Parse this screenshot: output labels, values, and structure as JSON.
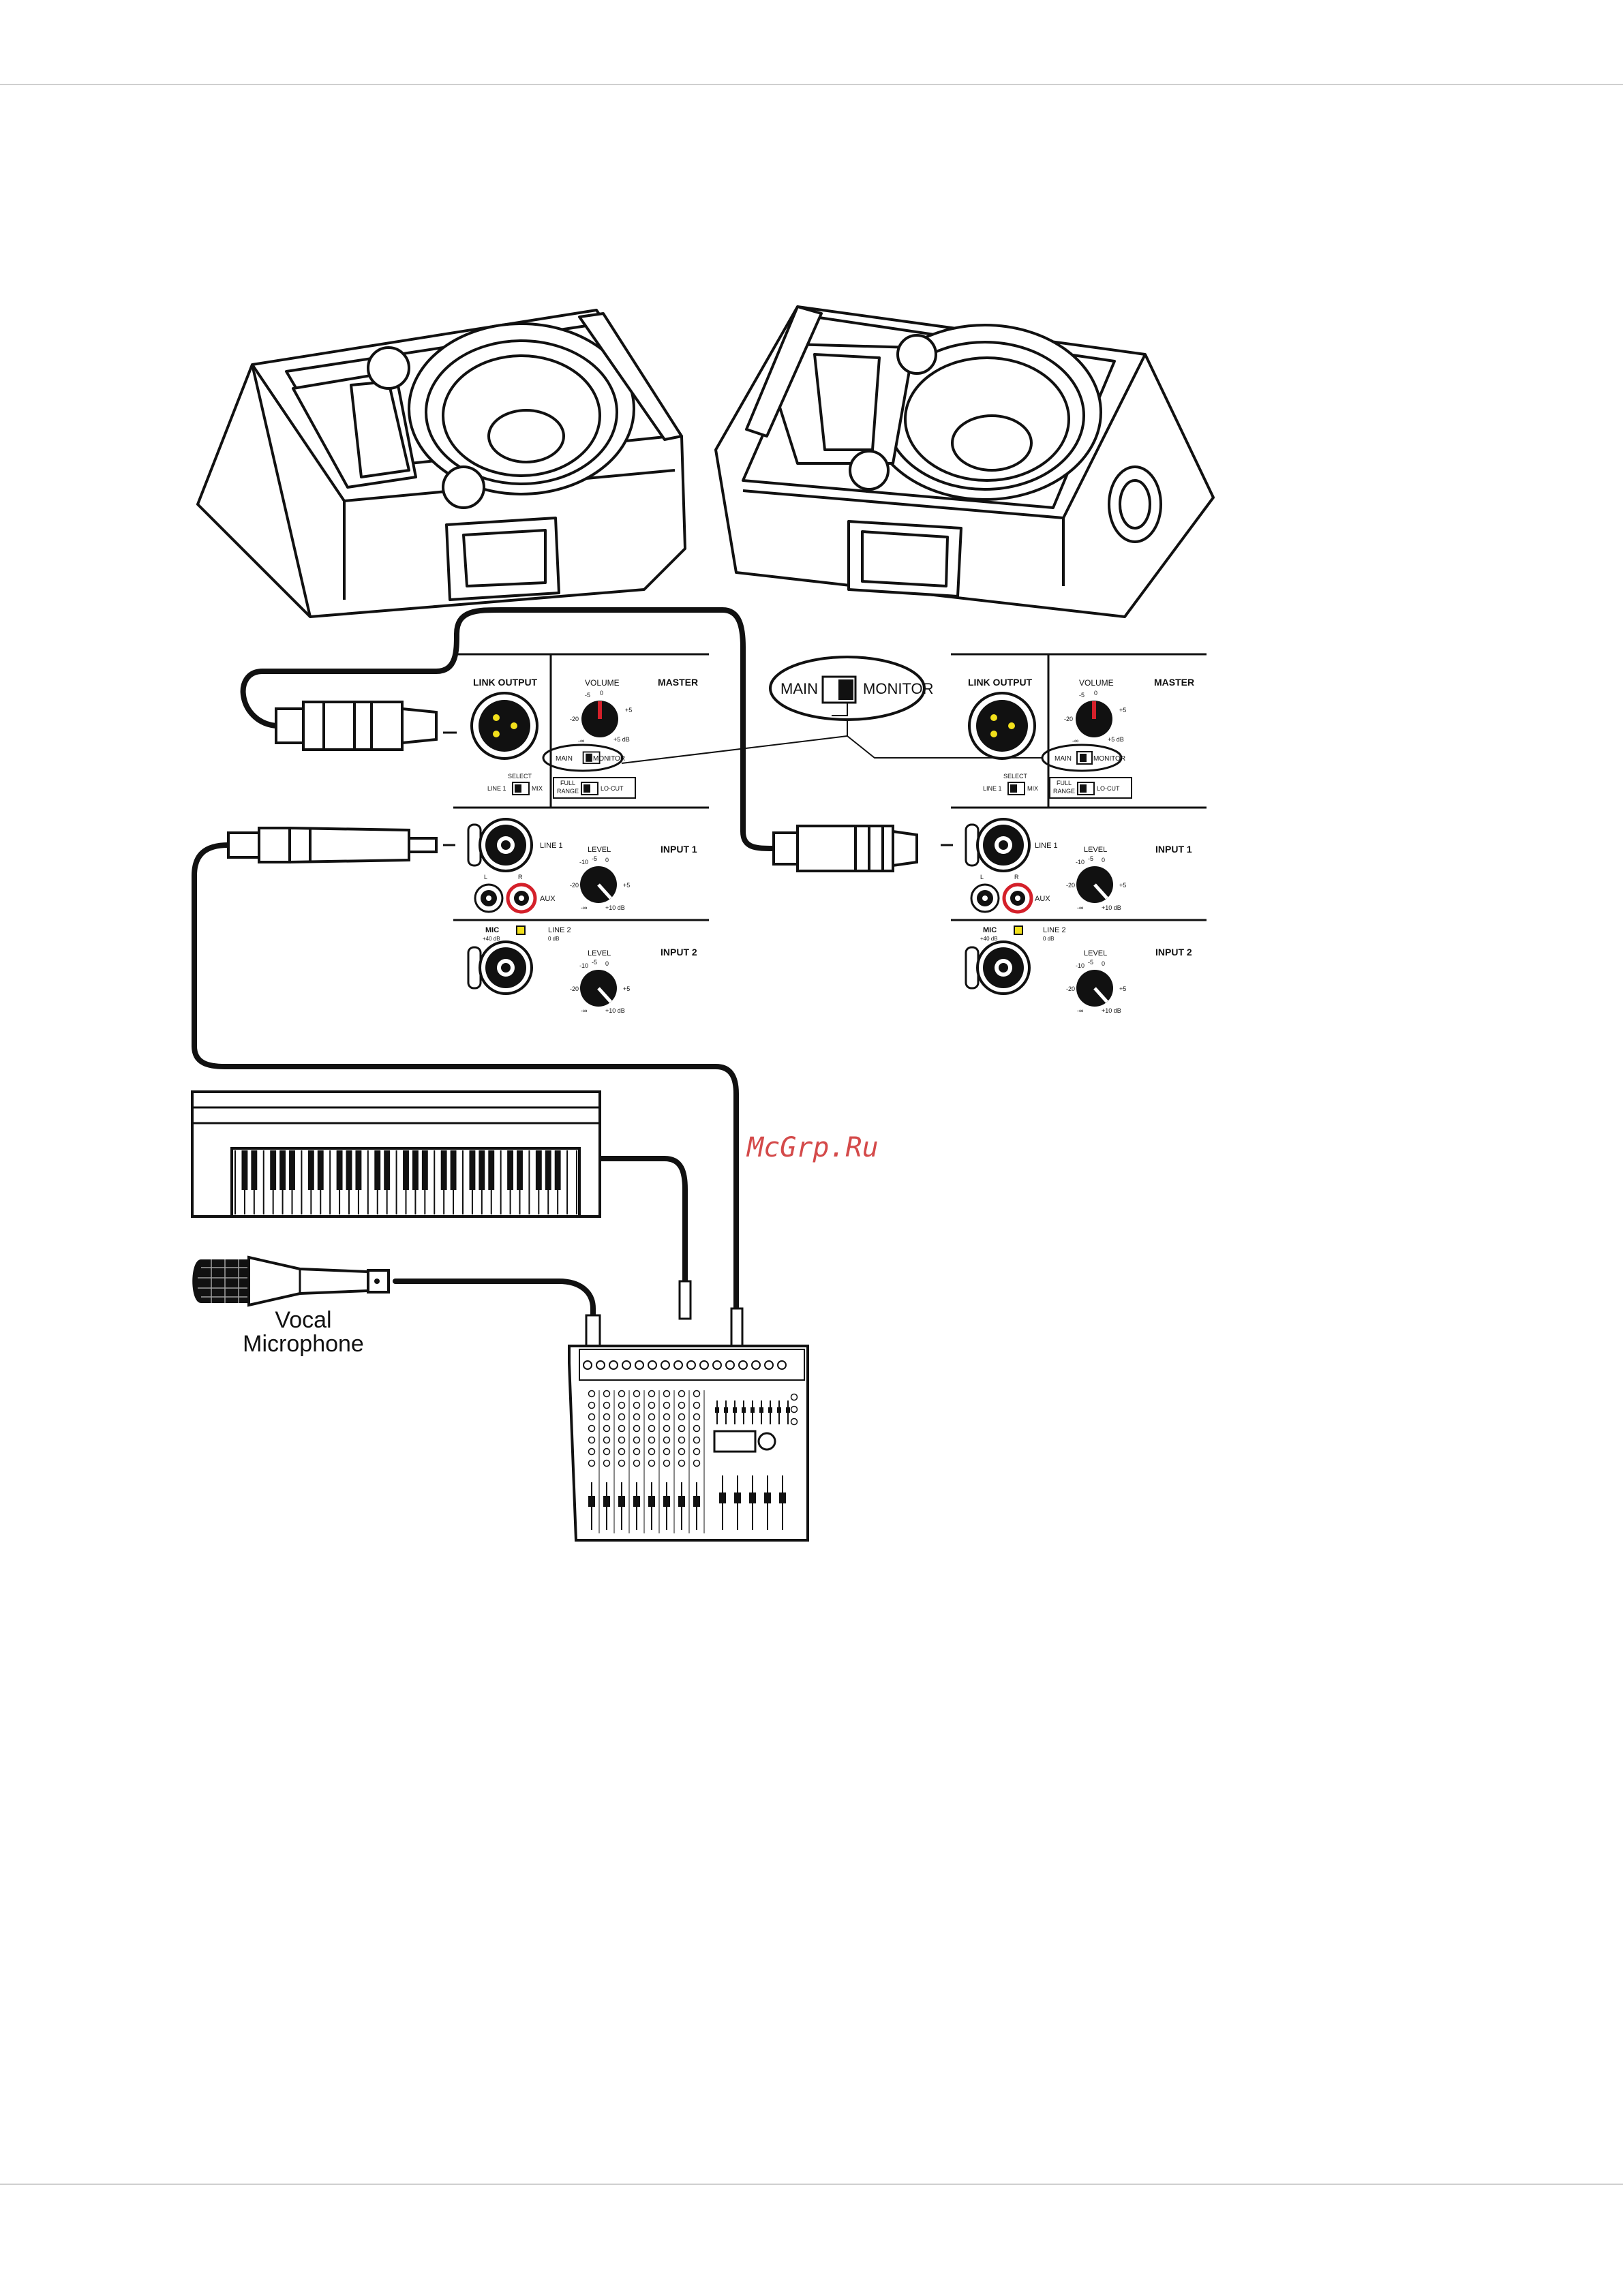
{
  "diagram": {
    "left_panel": {
      "link_output": "LINK OUTPUT",
      "master": "MASTER",
      "volume": "VOLUME",
      "vol_ticks": [
        "-5",
        "0",
        "-20",
        "+5",
        "-∞",
        "+5 dB"
      ],
      "main": "MAIN",
      "monitor": "MONITOR",
      "select": "SELECT",
      "line1_sel": "LINE 1",
      "mix": "MIX",
      "full": "FULL",
      "range": "RANGE",
      "locut": "LO-CUT",
      "line1": "LINE 1",
      "input1": "INPUT 1",
      "level": "LEVEL",
      "lvl_ticks": [
        "-10",
        "-5",
        "0",
        "-20",
        "+5",
        "-∞",
        "+10 dB"
      ],
      "l": "L",
      "r": "R",
      "aux": "AUX",
      "mic": "MIC",
      "mic_db": "+40 dB",
      "line2": "LINE 2",
      "line2_db": "0 dB",
      "input2": "INPUT 2",
      "level2": "LEVEL",
      "lvl2_ticks": [
        "-10",
        "-5",
        "0",
        "-20",
        "+5",
        "-∞",
        "+10 dB"
      ]
    },
    "right_panel": {
      "link_output": "LINK OUTPUT",
      "master": "MASTER",
      "volume": "VOLUME",
      "vol_ticks": [
        "-5",
        "0",
        "-20",
        "+5",
        "-∞",
        "+5 dB"
      ],
      "main": "MAIN",
      "monitor": "MONITOR",
      "select": "SELECT",
      "line1_sel": "LINE 1",
      "mix": "MIX",
      "full": "FULL",
      "range": "RANGE",
      "locut": "LO-CUT",
      "line1": "LINE 1",
      "input1": "INPUT 1",
      "level": "LEVEL",
      "lvl_ticks": [
        "-10",
        "-5",
        "0",
        "-20",
        "+5",
        "-∞",
        "+10 dB"
      ],
      "l": "L",
      "r": "R",
      "aux": "AUX",
      "mic": "MIC",
      "mic_db": "+40 dB",
      "line2": "LINE 2",
      "line2_db": "0 dB",
      "input2": "INPUT 2",
      "level2": "LEVEL",
      "lvl2_ticks": [
        "-10",
        "-5",
        "0",
        "-20",
        "+5",
        "-∞",
        "+10 dB"
      ]
    },
    "callout": {
      "main": "MAIN",
      "monitor": "MONITOR"
    },
    "mic_label_1": "Vocal",
    "mic_label_2": "Microphone",
    "watermark": "McGrp.Ru"
  },
  "colors": {
    "ink": "#111111",
    "knob_red": "#d4202a",
    "watermark": "#d44a4a",
    "mic_led": "#f2e01b"
  }
}
